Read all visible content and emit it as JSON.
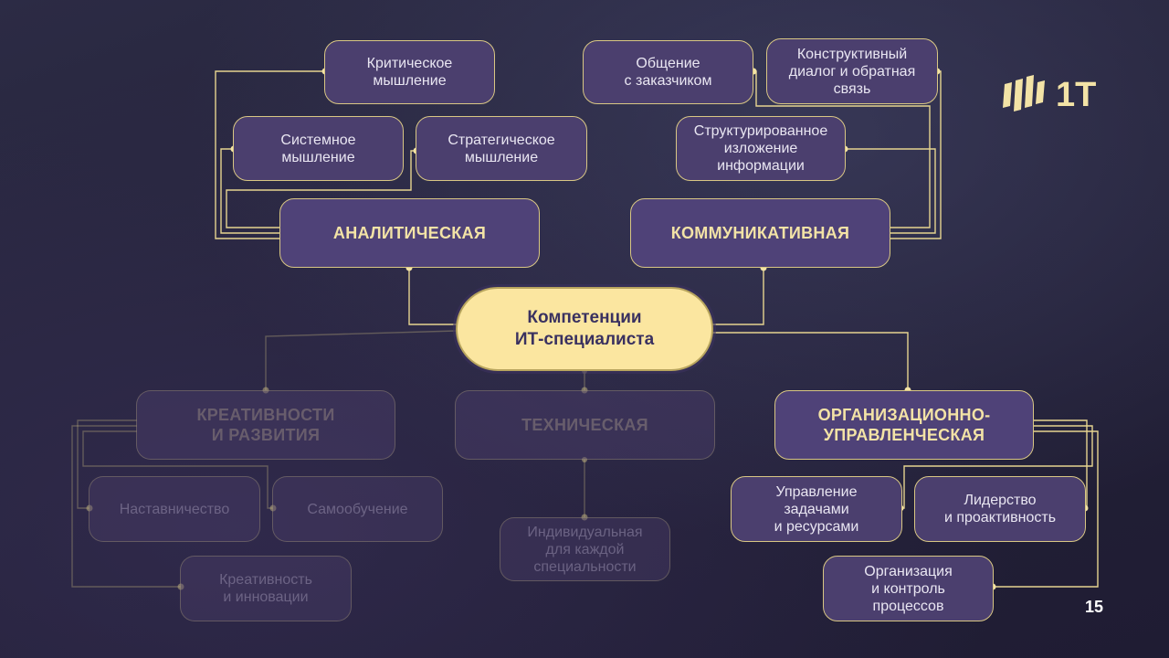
{
  "slide": {
    "page_number": "15",
    "logo_text": "1T"
  },
  "colors": {
    "accent": "#f3e3a6",
    "line": "#e6d490",
    "box": "#4b3f6e",
    "center": "#fbe6a0"
  },
  "diagram": {
    "center": "Компетенции\nИТ-специалиста",
    "analytic": {
      "label": "АНАЛИТИЧЕСКАЯ",
      "items": [
        "Критическое\nмышление",
        "Системное\nмышление",
        "Стратегическое\nмышление"
      ]
    },
    "communicative": {
      "label": "КОММУНИКАТИВНАЯ",
      "items": [
        "Общение\nс заказчиком",
        "Конструктивный\nдиалог и обратная\nсвязь",
        "Структурированное\nизложение\nинформации"
      ]
    },
    "creativity": {
      "label": "КРЕАТИВНОСТИ\nИ РАЗВИТИЯ",
      "items": [
        "Наставничество",
        "Самообучение",
        "Креативность\nи инновации"
      ]
    },
    "technical": {
      "label": "ТЕХНИЧЕСКАЯ",
      "items": [
        "Индивидуальная\nдля каждой\nспециальности"
      ]
    },
    "organizational": {
      "label": "ОРГАНИЗАЦИОННО-\nУПРАВЛЕНЧЕСКАЯ",
      "items": [
        "Управление\nзадачами\nи ресурсами",
        "Лидерство\nи проактивность",
        "Организация\nи контроль\nпроцессов"
      ]
    }
  }
}
